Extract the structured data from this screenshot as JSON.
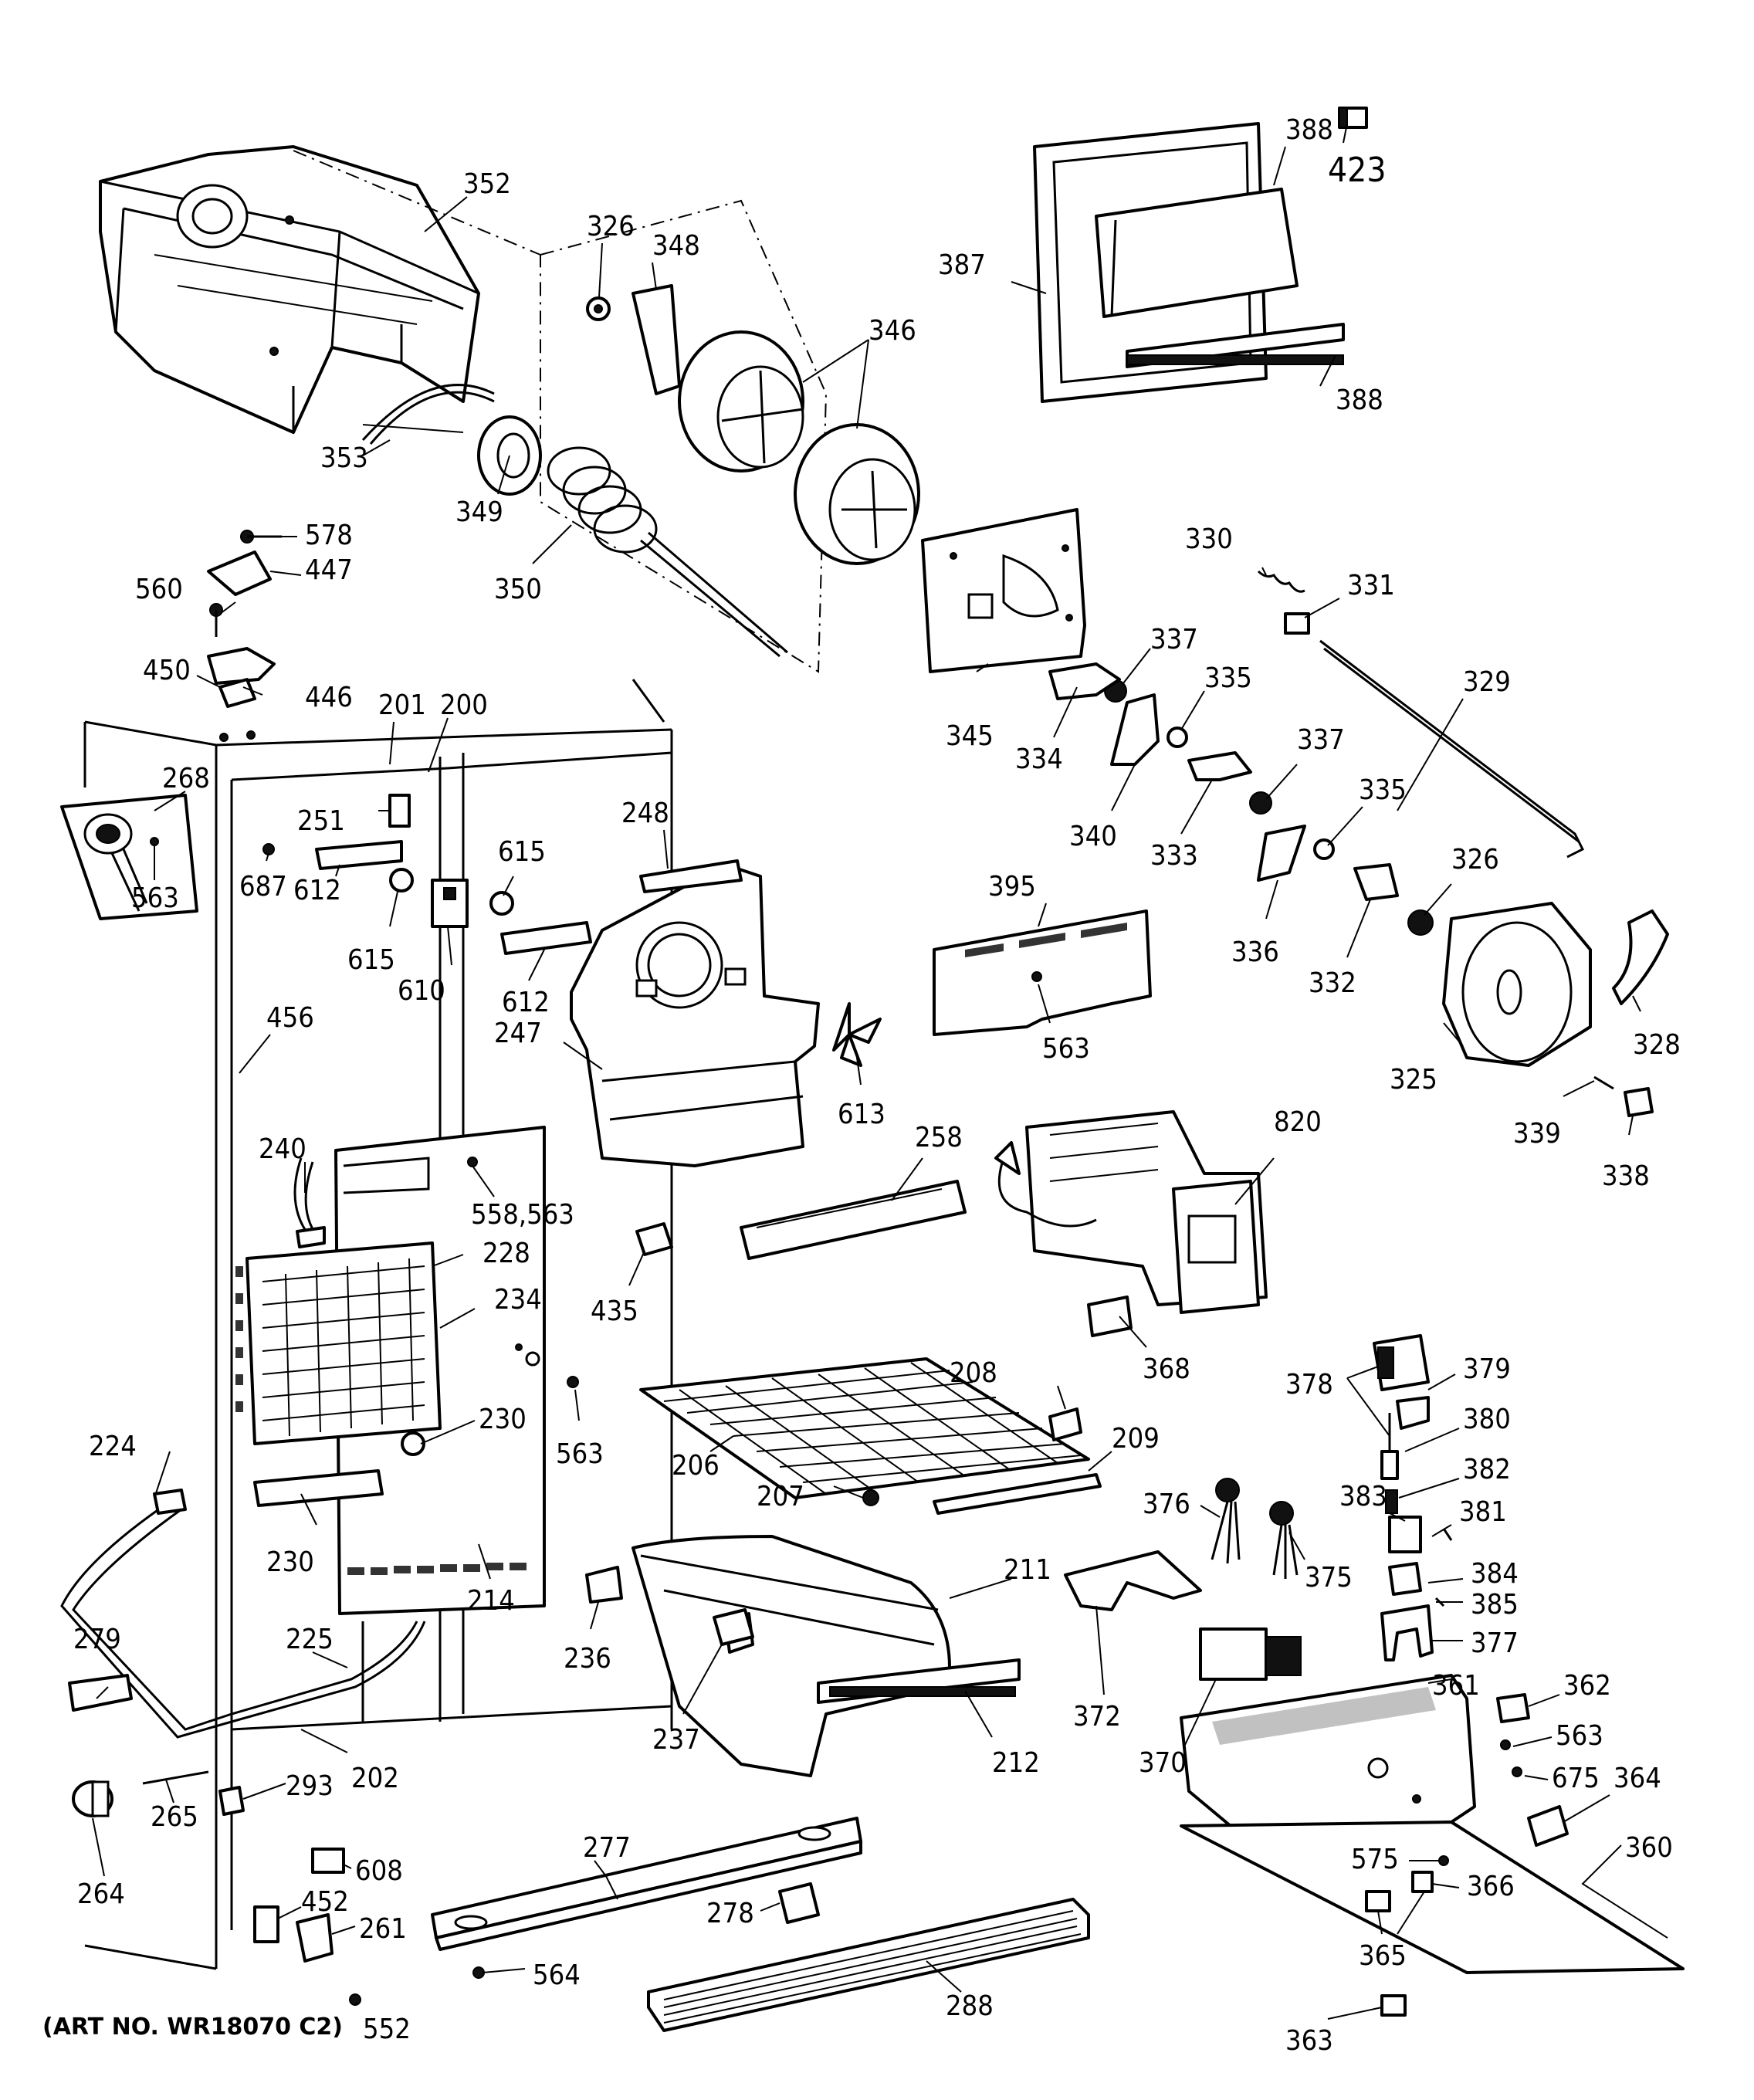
{
  "art_number": "(ART NO. WR18070 C2)",
  "part_labels": [
    "352",
    "353",
    "326",
    "348",
    "346",
    "349",
    "350",
    "423",
    "387",
    "388",
    "388",
    "578",
    "447",
    "560",
    "450",
    "446",
    "345",
    "330",
    "331",
    "337",
    "329",
    "335",
    "334",
    "340",
    "333",
    "337",
    "335",
    "336",
    "332",
    "326",
    "325",
    "328",
    "339",
    "338",
    "268",
    "563",
    "687",
    "201",
    "200",
    "251",
    "612",
    "615",
    "615",
    "610",
    "612",
    "248",
    "456",
    "395",
    "563",
    "613",
    "247",
    "820",
    "240",
    "558,563",
    "228",
    "234",
    "258",
    "435",
    "368",
    "230",
    "563",
    "208",
    "209",
    "206",
    "378",
    "379",
    "380",
    "382",
    "381",
    "383",
    "376",
    "375",
    "207",
    "384",
    "385",
    "377",
    "224",
    "230",
    "214",
    "211",
    "372",
    "236",
    "237",
    "212",
    "370",
    "361",
    "362",
    "563",
    "279",
    "225",
    "675",
    "364",
    "202",
    "293",
    "265",
    "264",
    "608",
    "360",
    "575",
    "366",
    "277",
    "278",
    "452",
    "261",
    "365",
    "564",
    "552",
    "288",
    "363"
  ]
}
